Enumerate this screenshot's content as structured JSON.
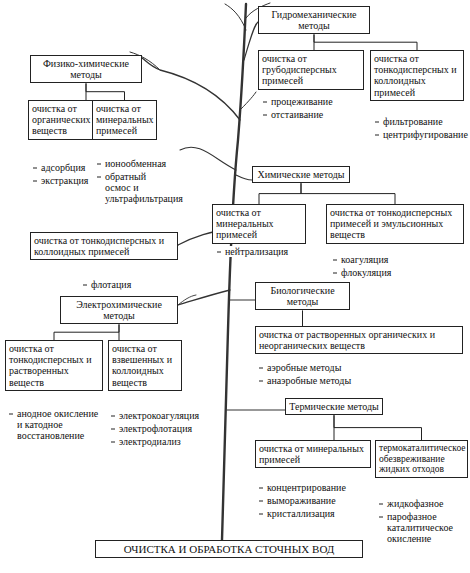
{
  "diagram": {
    "nodes": [
      {
        "text": [
          "Физико-химические методы"
        ]
      },
      {
        "text": [
          "очистка от органических веществ"
        ]
      },
      {
        "text": [
          "очистка от минеральных примесей"
        ]
      },
      {
        "text": [
          "Гидромеханические методы"
        ]
      },
      {
        "text": [
          "очистка от грубодисперсных примесей"
        ]
      },
      {
        "text": [
          "очистка от тонкодисперсных и коллоидных примесей"
        ]
      },
      {
        "text": [
          "Химические методы"
        ]
      },
      {
        "text": [
          "очистка от минеральных примесей"
        ]
      },
      {
        "text": [
          "очистка от тонкодисперсных примесей и эмульсионных веществ"
        ]
      },
      {
        "text": [
          "очистка от тонкодисперсных и коллоидных примесей"
        ]
      },
      {
        "text": [
          "Электрохимические методы"
        ]
      },
      {
        "text": [
          "очистка от тонкодисперсных и растворенных веществ"
        ]
      },
      {
        "text": [
          "очистка от взвешенных и коллоидных веществ"
        ]
      },
      {
        "text": [
          "Биологические методы"
        ]
      },
      {
        "text": [
          "очистка от растворенных органических и неорганических веществ"
        ]
      },
      {
        "text": [
          "Термические методы"
        ]
      },
      {
        "text": [
          "очистка от минеральных примесей"
        ]
      },
      {
        "text": [
          "термокаталитическое обезвреживание жидких отходов"
        ]
      },
      {
        "text": [
          "ОЧИСТКА И ОБРАБОТКА СТОЧНЫХ ВОД"
        ]
      }
    ],
    "edges": [
      {
        "from": 0,
        "to": 1,
        "arrow": "none"
      },
      {
        "from": 0,
        "to": 2,
        "arrow": "none"
      },
      {
        "from": 3,
        "to": 4,
        "arrow": "none"
      },
      {
        "from": 3,
        "to": 5,
        "arrow": "none"
      },
      {
        "from": 6,
        "to": 7,
        "arrow": "none"
      },
      {
        "from": 6,
        "to": 8,
        "arrow": "none"
      },
      {
        "from": 10,
        "to": 11,
        "arrow": "none"
      },
      {
        "from": 10,
        "to": 12,
        "arrow": "none"
      },
      {
        "from": 13,
        "to": 14,
        "arrow": "none"
      },
      {
        "from": 15,
        "to": 16,
        "arrow": "none"
      },
      {
        "from": 15,
        "to": 17,
        "arrow": "none"
      }
    ],
    "labels": [
      "адсорбция",
      "экстракция",
      "ионообменная",
      "обратный осмос и ультрафильтрация",
      "процеживание",
      "отстаивание",
      "фильтрование",
      "центрифугирование",
      "нейтрализация",
      "коагуляция",
      "флокуляция",
      "флотация",
      "анодное окисление и катодное восстановление",
      "электрокоагуляция",
      "электрофлотация",
      "электродиализ",
      "аэробные методы",
      "анаэробные методы",
      "концентрирование",
      "вымораживание",
      "кристаллизация",
      "жидкофазное окисление",
      "парофазное каталитическое окисление"
    ]
  }
}
